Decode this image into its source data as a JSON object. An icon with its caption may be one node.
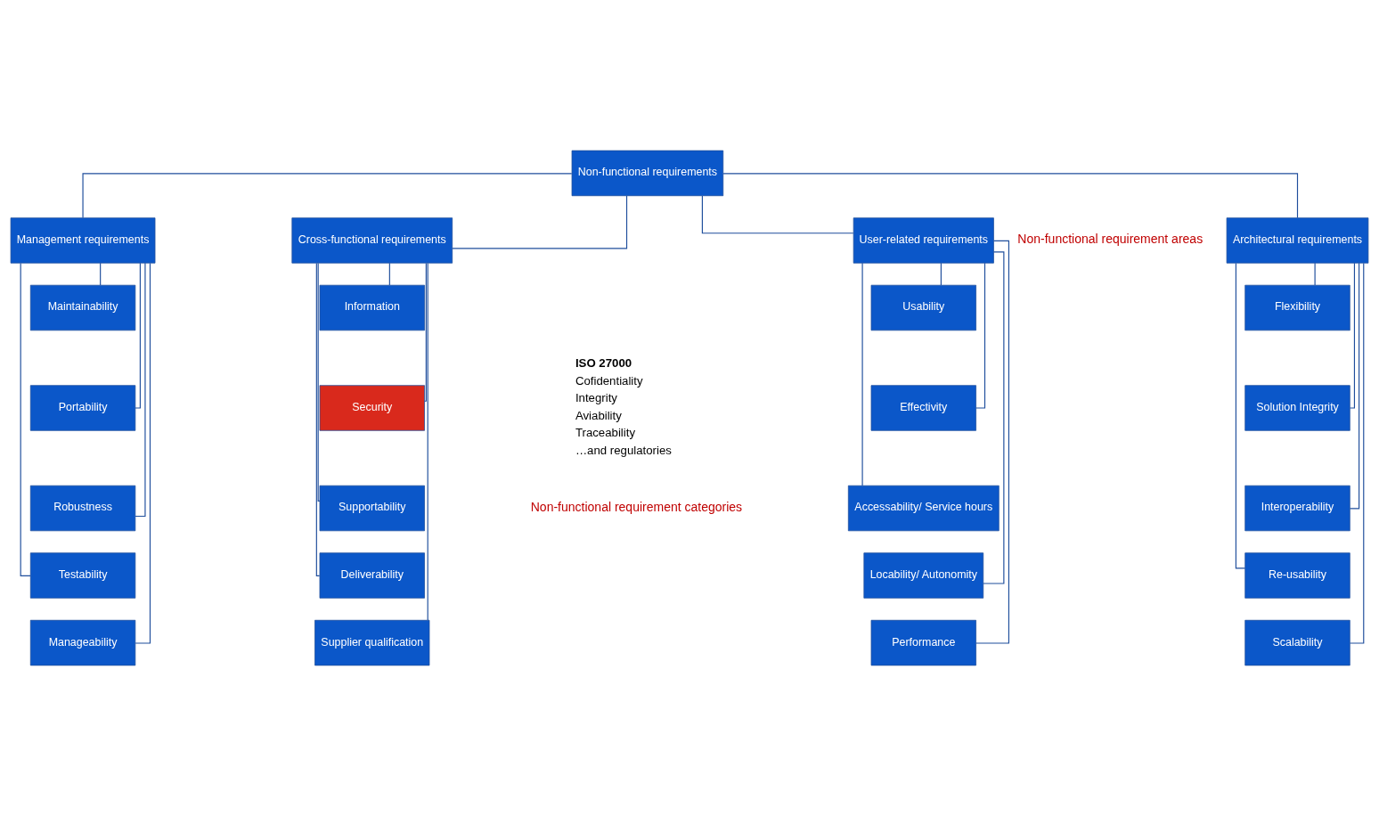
{
  "diagram": {
    "nodes": [
      {
        "text": [
          "Non-functional requirements"
        ]
      },
      {
        "text": [
          "User-related requirements"
        ]
      },
      {
        "text": [
          "Architectural requirements"
        ]
      },
      {
        "text": [
          "Management requirements"
        ]
      },
      {
        "text": [
          "Cross-functional requirements"
        ]
      },
      {
        "text": [
          "Usability"
        ]
      },
      {
        "text": [
          "Flexibility"
        ]
      },
      {
        "text": [
          "Maintainability"
        ]
      },
      {
        "text": [
          "Information"
        ]
      },
      {
        "text": [
          "Effectivity"
        ]
      },
      {
        "text": [
          "Solution Integrity"
        ]
      },
      {
        "text": [
          "Portability"
        ]
      },
      {
        "text": [
          "Security"
        ]
      },
      {
        "text": [
          "Accessability/ Service hours"
        ]
      },
      {
        "text": [
          "Interoperability"
        ]
      },
      {
        "text": [
          "Robustness"
        ]
      },
      {
        "text": [
          "Supportability"
        ]
      },
      {
        "text": [
          "Locability/ Autonomity"
        ]
      },
      {
        "text": [
          "Re-usability"
        ]
      },
      {
        "text": [
          "Testability"
        ]
      },
      {
        "text": [
          "Deliverability"
        ]
      },
      {
        "text": [
          "Performance"
        ]
      },
      {
        "text": [
          "Scalability"
        ]
      },
      {
        "text": [
          "Manageability"
        ]
      },
      {
        "text": [
          "Supplier qualification"
        ]
      }
    ],
    "edges": [
      {
        "from": 0,
        "to": 1,
        "arrow": "none"
      },
      {
        "from": 0,
        "to": 2,
        "arrow": "none"
      },
      {
        "from": 0,
        "to": 3,
        "arrow": "none"
      },
      {
        "from": 0,
        "to": 4,
        "arrow": "none"
      },
      {
        "from": 1,
        "to": 5,
        "arrow": "none"
      },
      {
        "from": 1,
        "to": 9,
        "arrow": "none"
      },
      {
        "from": 1,
        "to": 13,
        "arrow": "none"
      },
      {
        "from": 1,
        "to": 17,
        "arrow": "none"
      },
      {
        "from": 1,
        "to": 21,
        "arrow": "none"
      },
      {
        "from": 2,
        "to": 6,
        "arrow": "none"
      },
      {
        "from": 2,
        "to": 10,
        "arrow": "none"
      },
      {
        "from": 2,
        "to": 14,
        "arrow": "none"
      },
      {
        "from": 2,
        "to": 18,
        "arrow": "none"
      },
      {
        "from": 2,
        "to": 22,
        "arrow": "none"
      },
      {
        "from": 3,
        "to": 7,
        "arrow": "none"
      },
      {
        "from": 3,
        "to": 11,
        "arrow": "none"
      },
      {
        "from": 3,
        "to": 15,
        "arrow": "none"
      },
      {
        "from": 3,
        "to": 19,
        "arrow": "none"
      },
      {
        "from": 3,
        "to": 23,
        "arrow": "none"
      },
      {
        "from": 4,
        "to": 8,
        "arrow": "none"
      },
      {
        "from": 4,
        "to": 12,
        "arrow": "none"
      },
      {
        "from": 4,
        "to": 16,
        "arrow": "none"
      },
      {
        "from": 4,
        "to": 20,
        "arrow": "none"
      },
      {
        "from": 4,
        "to": 24,
        "arrow": "none"
      }
    ],
    "labels": [
      "Non-functional requirement areas",
      "Non-functional requirement categories",
      "ISO 27000",
      "Cofidentiality",
      "Integrity",
      "Aviability",
      "Traceability",
      "…and regulatories"
    ]
  }
}
